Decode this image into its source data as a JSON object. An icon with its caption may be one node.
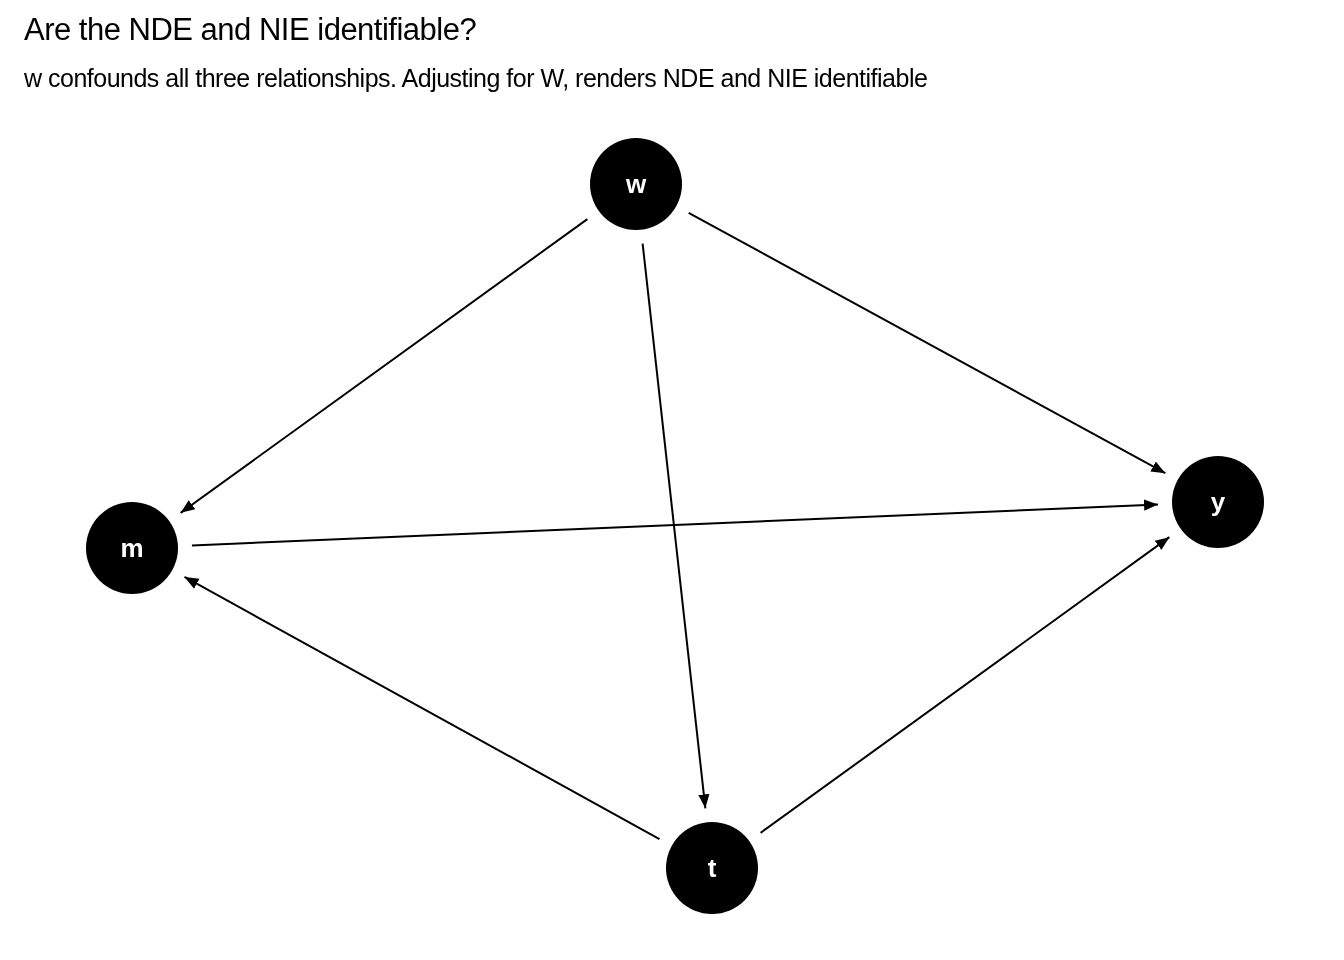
{
  "diagram": {
    "title": "Are the NDE and NIE identifiable?",
    "caption": "w confounds all three relationships. Adjusting for W, renders NDE and NIE identifiable",
    "nodes": [
      {
        "text": [
          "w"
        ]
      },
      {
        "text": [
          "m"
        ]
      },
      {
        "text": [
          "y"
        ]
      },
      {
        "text": [
          "t"
        ]
      }
    ],
    "edges": [
      {
        "from": 0,
        "to": 1,
        "arrow": "to"
      },
      {
        "from": 0,
        "to": 3,
        "arrow": "to"
      },
      {
        "from": 0,
        "to": 2,
        "arrow": "to"
      },
      {
        "from": 1,
        "to": 2,
        "arrow": "to"
      },
      {
        "from": 3,
        "to": 1,
        "arrow": "to"
      },
      {
        "from": 3,
        "to": 2,
        "arrow": "to"
      }
    ]
  }
}
